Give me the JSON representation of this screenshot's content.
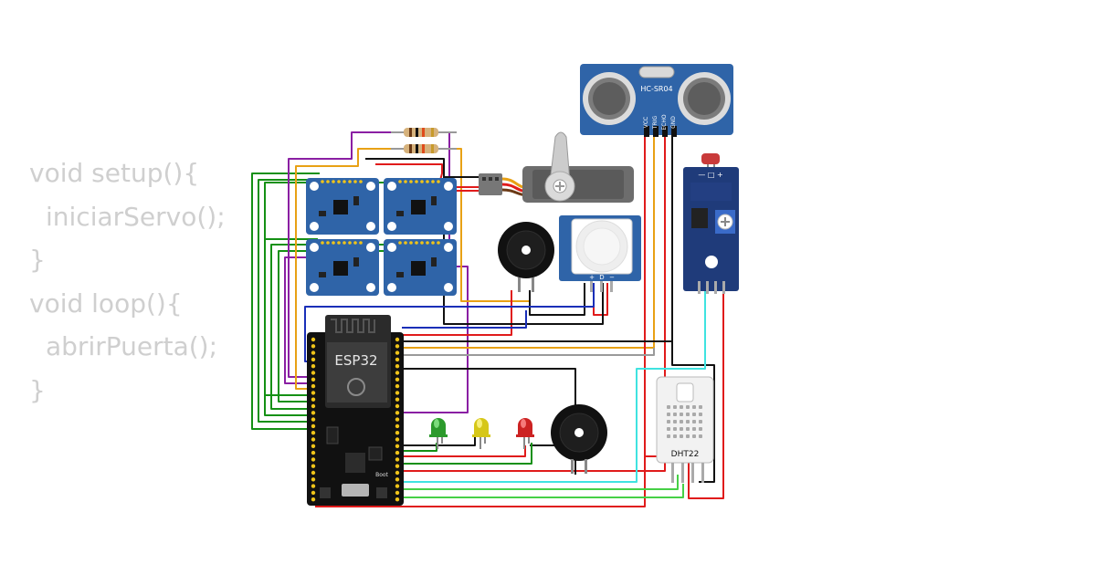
{
  "code_lines": [
    {
      "text": "void setup(){",
      "indent": false
    },
    {
      "text": "iniciarServo();",
      "indent": true
    },
    {
      "text": "}",
      "indent": false
    },
    {
      "text": "void loop(){",
      "indent": false
    },
    {
      "text": "abrirPuerta();",
      "indent": true
    },
    {
      "text": "}",
      "indent": false
    }
  ],
  "components": {
    "esp32": {
      "label": "ESP32",
      "boot_label": "Boot"
    },
    "ultrasonic": {
      "label": "HC-SR04",
      "pins": [
        "VCC",
        "TRIG",
        "ECHO",
        "GND"
      ]
    },
    "pir": {
      "pins": [
        "+",
        "D",
        "−"
      ]
    },
    "dht": {
      "label": "DHT22"
    },
    "leds": [
      "green",
      "yellow",
      "red"
    ]
  },
  "colors": {
    "board_blue": "#2f64a8",
    "wire_red": "#e01b1b",
    "wire_black": "#111111",
    "wire_green": "#159015",
    "wire_purple": "#8a1fa3",
    "wire_orange": "#e8a115",
    "wire_blue": "#1a2fb8",
    "wire_cyan": "#3fe3e0",
    "wire_lime": "#46d046",
    "wire_gray": "#9a9a9a"
  }
}
